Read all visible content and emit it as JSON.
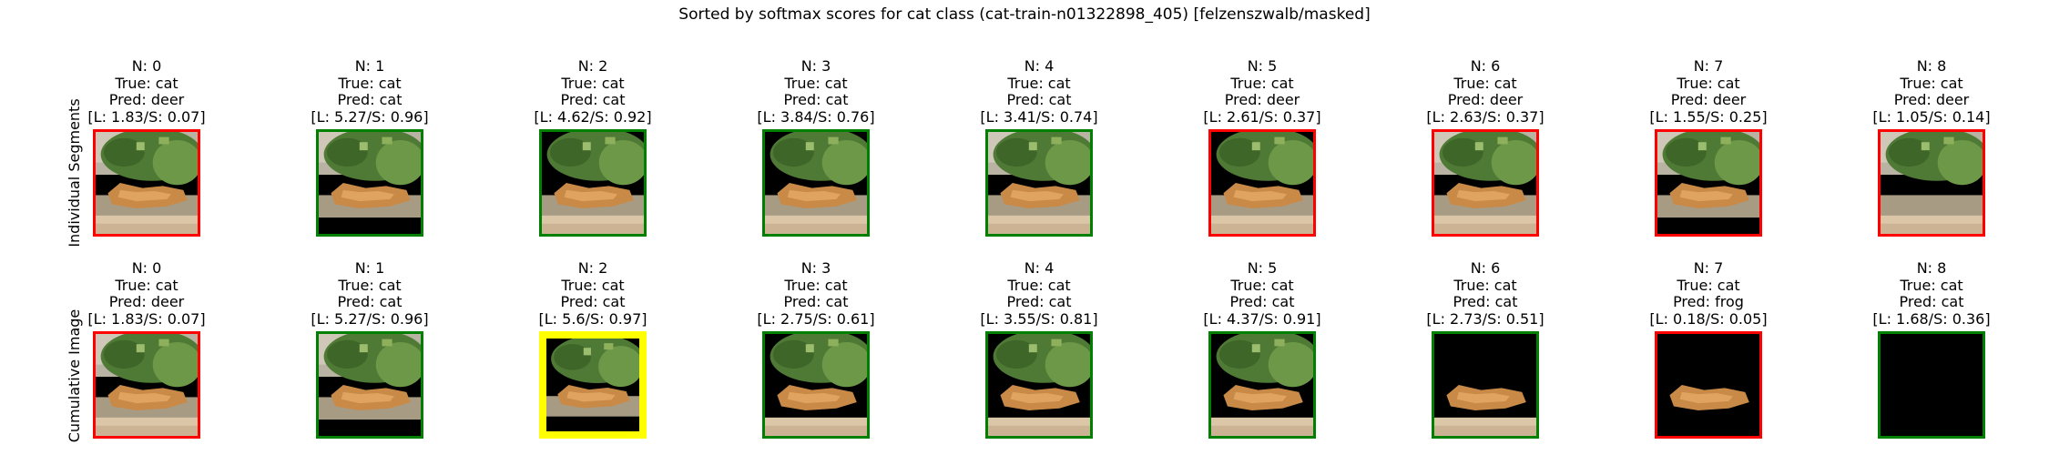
{
  "title": "Sorted by softmax scores for cat class (cat-train-n01322898_405) [felzenszwalb/masked]",
  "colors": {
    "correct": "#008000",
    "incorrect": "#ff0000",
    "highlight": "#ffff00",
    "masked": "#000000"
  },
  "rows": [
    {
      "label": "Individual Segments",
      "panels": [
        {
          "n": "N: 0",
          "true": "True: cat",
          "pred": "Pred: deer",
          "scores": "[L: 1.83/S: 0.07]",
          "border": "incorrect",
          "visible": [
            "sky",
            "foliage",
            "cat",
            "ground",
            "bottom"
          ]
        },
        {
          "n": "N: 1",
          "true": "True: cat",
          "pred": "Pred: cat",
          "scores": "[L: 5.27/S: 0.96]",
          "border": "correct",
          "visible": [
            "sky",
            "foliage",
            "cat",
            "ground"
          ]
        },
        {
          "n": "N: 2",
          "true": "True: cat",
          "pred": "Pred: cat",
          "scores": "[L: 4.62/S: 0.92]",
          "border": "correct",
          "visible": [
            "foliage",
            "cat",
            "ground",
            "bottom"
          ]
        },
        {
          "n": "N: 3",
          "true": "True: cat",
          "pred": "Pred: cat",
          "scores": "[L: 3.84/S: 0.76]",
          "border": "correct",
          "visible": [
            "foliage",
            "cat",
            "ground",
            "bottom"
          ]
        },
        {
          "n": "N: 4",
          "true": "True: cat",
          "pred": "Pred: cat",
          "scores": "[L: 3.41/S: 0.74]",
          "border": "correct",
          "visible": [
            "sky",
            "foliage",
            "cat",
            "ground",
            "bottom"
          ]
        },
        {
          "n": "N: 5",
          "true": "True: cat",
          "pred": "Pred: deer",
          "scores": "[L: 2.61/S: 0.37]",
          "border": "incorrect",
          "visible": [
            "foliage",
            "cat",
            "ground",
            "bottom"
          ]
        },
        {
          "n": "N: 6",
          "true": "True: cat",
          "pred": "Pred: deer",
          "scores": "[L: 2.63/S: 0.37]",
          "border": "incorrect",
          "visible": [
            "sky",
            "foliage",
            "cat",
            "ground",
            "bottom"
          ]
        },
        {
          "n": "N: 7",
          "true": "True: cat",
          "pred": "Pred: deer",
          "scores": "[L: 1.55/S: 0.25]",
          "border": "incorrect",
          "visible": [
            "sky",
            "foliage",
            "cat",
            "ground"
          ]
        },
        {
          "n": "N: 8",
          "true": "True: cat",
          "pred": "Pred: deer",
          "scores": "[L: 1.05/S: 0.14]",
          "border": "incorrect",
          "visible": [
            "sky",
            "foliage",
            "ground",
            "bottom"
          ]
        }
      ]
    },
    {
      "label": "Cumulative Image",
      "panels": [
        {
          "n": "N: 0",
          "true": "True: cat",
          "pred": "Pred: deer",
          "scores": "[L: 1.83/S: 0.07]",
          "border": "incorrect",
          "visible": [
            "sky",
            "foliage",
            "cat",
            "ground",
            "bottom"
          ]
        },
        {
          "n": "N: 1",
          "true": "True: cat",
          "pred": "Pred: cat",
          "scores": "[L: 5.27/S: 0.96]",
          "border": "correct",
          "visible": [
            "sky",
            "foliage",
            "cat",
            "ground"
          ]
        },
        {
          "n": "N: 2",
          "true": "True: cat",
          "pred": "Pred: cat",
          "scores": "[L: 5.6/S: 0.97]",
          "border": "highlight",
          "visible": [
            "foliage",
            "cat",
            "ground"
          ]
        },
        {
          "n": "N: 3",
          "true": "True: cat",
          "pred": "Pred: cat",
          "scores": "[L: 2.75/S: 0.61]",
          "border": "correct",
          "visible": [
            "foliage",
            "cat",
            "bottom"
          ]
        },
        {
          "n": "N: 4",
          "true": "True: cat",
          "pred": "Pred: cat",
          "scores": "[L: 3.55/S: 0.81]",
          "border": "correct",
          "visible": [
            "foliage",
            "cat",
            "bottom"
          ]
        },
        {
          "n": "N: 5",
          "true": "True: cat",
          "pred": "Pred: cat",
          "scores": "[L: 4.37/S: 0.91]",
          "border": "correct",
          "visible": [
            "foliage",
            "cat",
            "bottom"
          ]
        },
        {
          "n": "N: 6",
          "true": "True: cat",
          "pred": "Pred: cat",
          "scores": "[L: 2.73/S: 0.51]",
          "border": "correct",
          "visible": [
            "cat",
            "bottom"
          ]
        },
        {
          "n": "N: 7",
          "true": "True: cat",
          "pred": "Pred: frog",
          "scores": "[L: 0.18/S: 0.05]",
          "border": "incorrect",
          "visible": [
            "cat"
          ]
        },
        {
          "n": "N: 8",
          "true": "True: cat",
          "pred": "Pred: cat",
          "scores": "[L: 1.68/S: 0.36]",
          "border": "correct",
          "visible": []
        }
      ]
    }
  ]
}
